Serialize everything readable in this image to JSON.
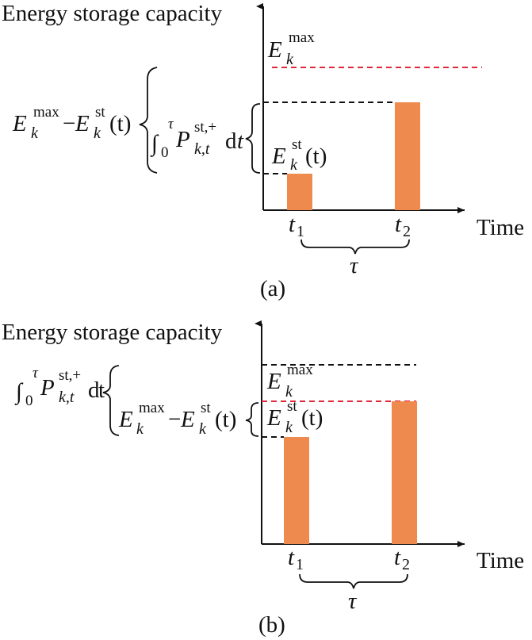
{
  "colors": {
    "bar": "#ee8a4e",
    "max_line": "#e0283c",
    "guide": "#111111"
  },
  "panel_a": {
    "ylabel": "Energy storage capacity",
    "xlabel": "Time",
    "tick1": "t",
    "tick1_sub": "1",
    "tick2": "t",
    "tick2_sub": "2",
    "tau": "τ",
    "caption": "(a)",
    "E": "E",
    "k": "k",
    "max": "max",
    "st": "st",
    "t_paren": "(t)",
    "minus": "−",
    "integral": "∫",
    "lower": "0",
    "upper": "τ",
    "P": "P",
    "P_sup": "st,+",
    "P_sub": "k,t",
    "dt_d": "d",
    "dt_t": "t"
  },
  "panel_b": {
    "ylabel": "Energy storage capacity",
    "xlabel": "Time",
    "tick1": "t",
    "tick1_sub": "1",
    "tick2": "t",
    "tick2_sub": "2",
    "tau": "τ",
    "caption": "(b)",
    "E": "E",
    "k": "k",
    "max": "max",
    "st": "st",
    "t_paren": "(t)",
    "minus": "−",
    "integral": "∫",
    "lower": "0",
    "upper": "τ",
    "P": "P",
    "P_sup": "st,+",
    "P_sub": "k,t",
    "dt_d": "d",
    "dt_t": "t"
  }
}
